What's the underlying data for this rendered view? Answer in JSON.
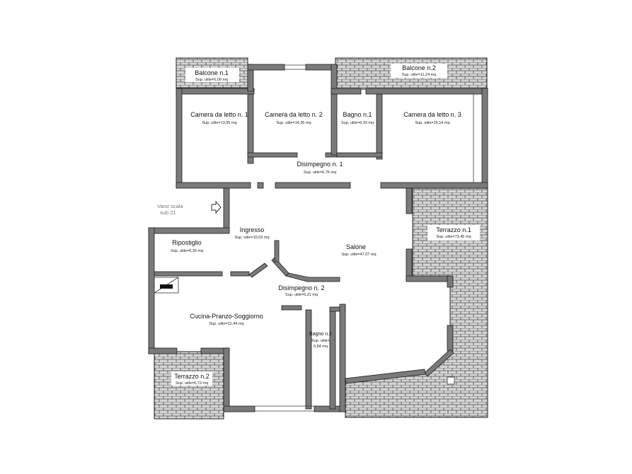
{
  "plan": {
    "rooms": {
      "balcone1": {
        "name": "Balcone n.1",
        "area": "Sup. utile=5,09 mq"
      },
      "balcone2": {
        "name": "Balcone n.2",
        "area": "Sup. utile=11,24 mq"
      },
      "camera1": {
        "name": "Camera da letto n. 1",
        "area": "Sup. utile=13,05 mq"
      },
      "camera2": {
        "name": "Camera da letto n. 2",
        "area": "Sup. utile=14,36 mq"
      },
      "bagno1": {
        "name": "Bagno n.1",
        "area": "Sup. utile=6,33 mq"
      },
      "camera3": {
        "name": "Camera da letto n. 3",
        "area": "Sup. utile=16,14 mq"
      },
      "disimpegno1": {
        "name": "Disimpegno n. 1",
        "area": "Sup. utile=6,76 mq"
      },
      "terrazzo1": {
        "name": "Terrazzo n.1",
        "area": "Sup. utile=73,45 mq"
      },
      "ingresso": {
        "name": "Ingresso",
        "area": "Sup. utile=10,03 mq"
      },
      "salone": {
        "name": "Salone",
        "area": "Sup. utile=47,07 mq"
      },
      "ripostiglio": {
        "name": "Ripostiglio",
        "area": "Sup. utile=6,30 mq"
      },
      "disimpegno2": {
        "name": "Disimpegno n. 2",
        "area": "Sup. utile=6,21 mq"
      },
      "cucina": {
        "name": "Cucina-Pranzo-Soggiorno",
        "area": "Sup. utile=31,44 mq"
      },
      "bagno2": {
        "name": "Bagno n.2",
        "area_line1": "Sup. utile=",
        "area_line2": "5,84 mq"
      },
      "terrazzo2": {
        "name": "Terrazzo n.2",
        "area": "Sup. utile=6,73 mq"
      }
    },
    "entrance_note": {
      "line1": "Vano scala",
      "line2": "sub.21"
    }
  },
  "colors": {
    "wall": "#7a7a7a",
    "paving_fill": "#d9d9d9",
    "paving_line": "#555555"
  }
}
